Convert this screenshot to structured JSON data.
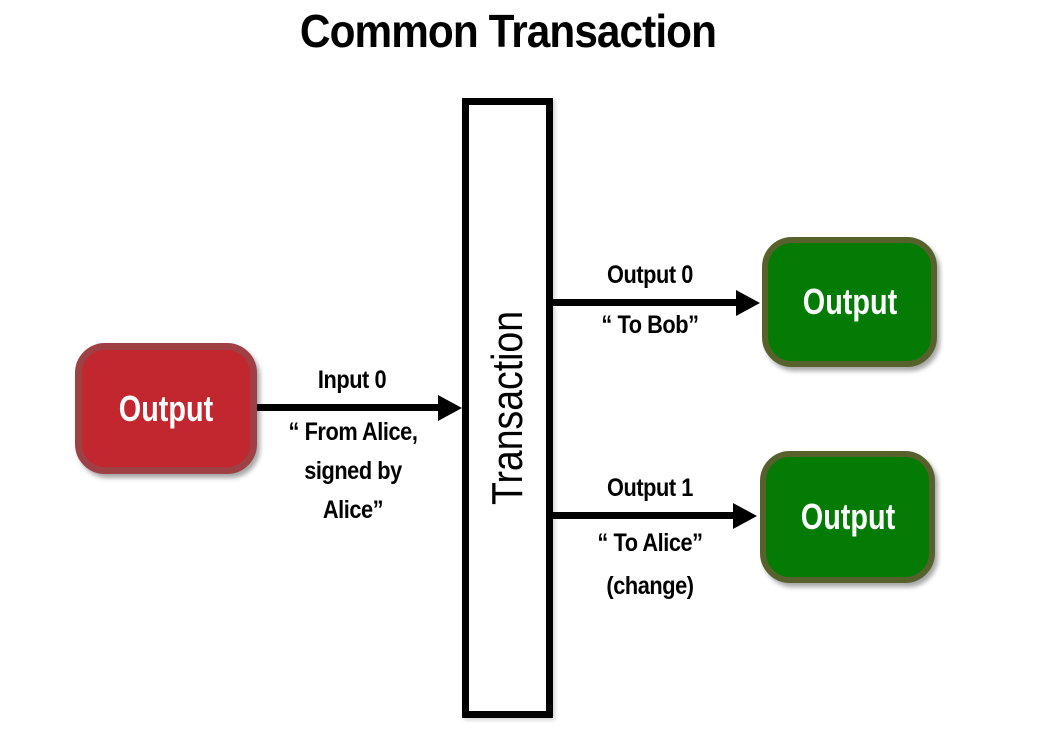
{
  "title": "Common Transaction",
  "transaction": {
    "label": "Transaction"
  },
  "nodes": {
    "source": {
      "label": "Output",
      "fill": "#C2262E",
      "border": "#9E4044"
    },
    "output0": {
      "label": "Output",
      "fill": "#047B04",
      "border": "#56612C"
    },
    "output1": {
      "label": "Output",
      "fill": "#047B04",
      "border": "#56612C"
    }
  },
  "edges": {
    "input": {
      "name": "Input 0",
      "lines": [
        "“ From Alice,",
        "signed by",
        "Alice”"
      ]
    },
    "output0": {
      "name": "Output 0",
      "lines": [
        "“ To Bob”"
      ]
    },
    "output1": {
      "name": "Output 1",
      "lines": [
        "“ To Alice”",
        "(change)"
      ]
    }
  },
  "colors": {
    "background": "#FFFFFF",
    "arrow": "#000000",
    "transaction_fill": "#FFFFFF",
    "transaction_border": "#000000",
    "node_text": "#FFFFFF",
    "label_text": "#000000"
  }
}
